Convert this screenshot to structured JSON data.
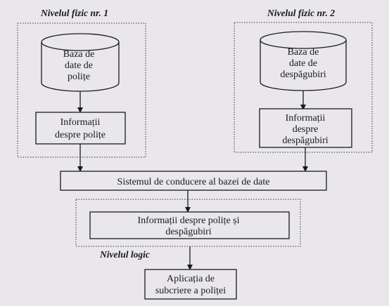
{
  "levels": {
    "physical_1": "Nivelul fizic nr. 1",
    "physical_2": "Nivelul fizic nr. 2",
    "logical": "Nivelul logic"
  },
  "databases": {
    "policies": [
      "Baza de",
      "date de",
      "polițe"
    ],
    "claims": [
      "Baza de",
      "date de",
      "despăgubiri"
    ]
  },
  "info_boxes": {
    "policies": [
      "Informații",
      "despre polițe"
    ],
    "claims": [
      "Informații",
      "despre",
      "despăgubiri"
    ]
  },
  "dbms": "Sistemul de conducere al bazei de date",
  "combined_info": [
    "Informații despre polițe și",
    "despăgubiri"
  ],
  "application": [
    "Aplicația de",
    "subcriere a poliței"
  ]
}
